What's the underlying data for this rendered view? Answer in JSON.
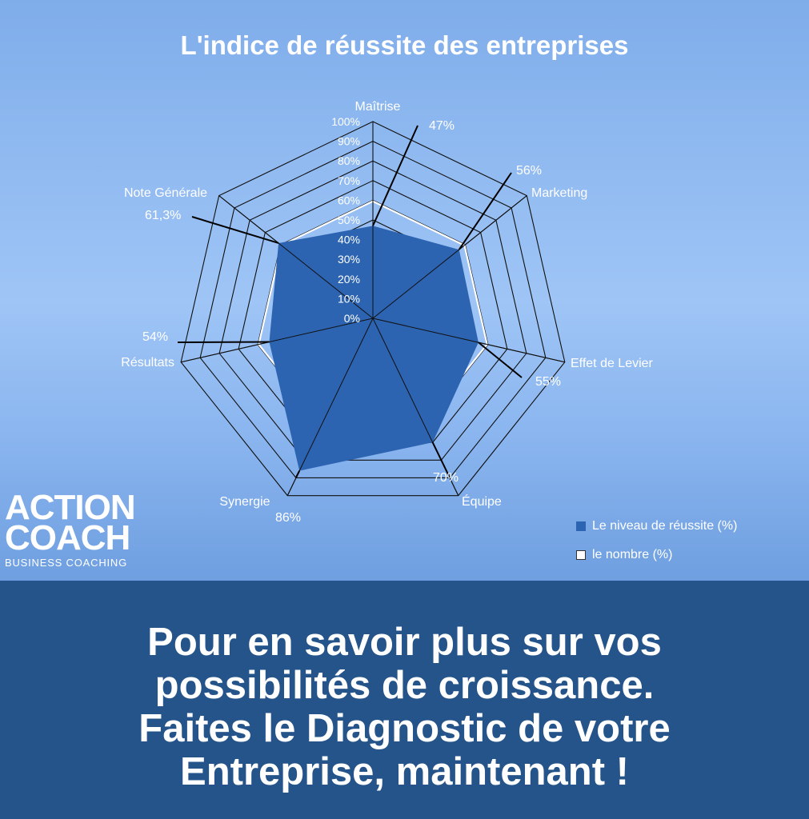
{
  "page": {
    "logo": {
      "line1": "ACTION",
      "line2": "COACH",
      "line3": "BUSINESS COACHING"
    },
    "cta": [
      "Pour en savoir plus sur vos",
      "possibilités de croissance.",
      "Faites le Diagnostic de votre",
      "Entreprise, maintenant !"
    ],
    "colors": {
      "bg_top": "#8ab5ef",
      "bg_bottom": "#25548b",
      "series_fill": "#2c64b2",
      "series_outline": "#ffffff",
      "grid": "#111111"
    }
  },
  "chart_data": {
    "type": "radar",
    "title": "L'indice de réussite des entreprises",
    "categories": [
      "Maîtrise",
      "Marketing",
      "Effet de Levier",
      "Équipe",
      "Synergie",
      "Résultats",
      "Note Générale"
    ],
    "value_labels": [
      "47%",
      "56%",
      "55%",
      "70%",
      "86%",
      "54%",
      "61,3%"
    ],
    "rlim": [
      0,
      100
    ],
    "r_ticks": [
      "0%",
      "10%",
      "20%",
      "30%",
      "40%",
      "50%",
      "60%",
      "70%",
      "80%",
      "90%",
      "100%"
    ],
    "series": [
      {
        "name": "Le niveau de réussite (%)",
        "values": [
          47,
          56,
          55,
          70,
          86,
          54,
          61.3
        ],
        "style": "filled"
      },
      {
        "name": "le nombre  (%)",
        "values": [
          59.5,
          59.5,
          59.5,
          59.5,
          59.5,
          59.5,
          59.5
        ],
        "style": "outline"
      }
    ],
    "legend_position": "bottom-right",
    "grid": true
  }
}
